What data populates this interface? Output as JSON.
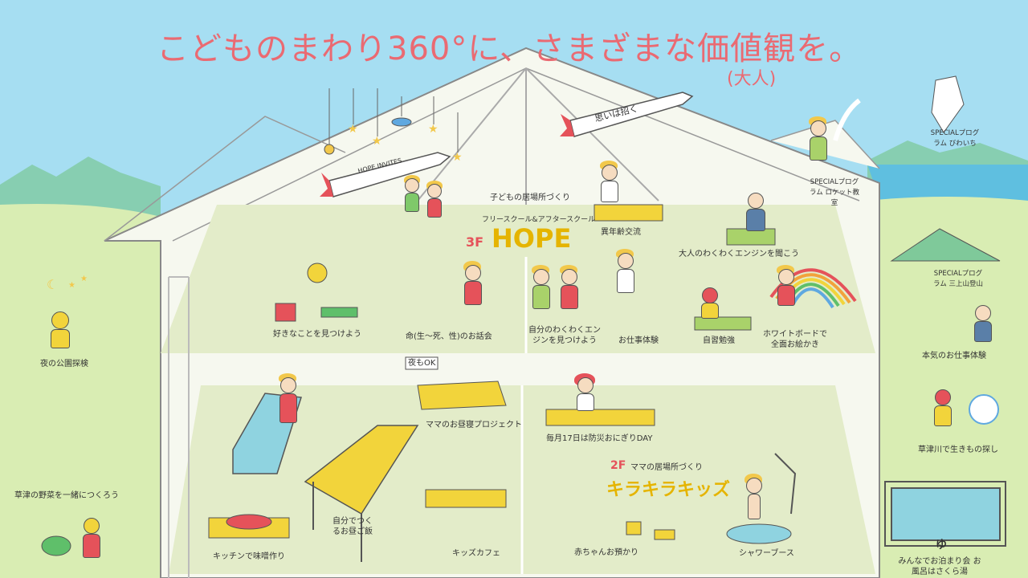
{
  "header": {
    "title": "こどものまわり360°に、さまざまな価値観を。",
    "subtitle": "(大人)"
  },
  "floors": {
    "f3": {
      "number": "3F",
      "name": "HOPE",
      "tagline": "子どもの居場所づくり",
      "program": "フリースクール&アフタースクール"
    },
    "f2": {
      "number": "2F",
      "name": "キラキラキッズ",
      "tagline": "ママの居場所づくり"
    }
  },
  "signs": {
    "rocket_left": "HOPE INVITES",
    "rocket_right": "思いは招く",
    "night_sign": "夜もOK",
    "bath": "ゆ"
  },
  "activities": {
    "third_floor": [
      "異年齢交流",
      "大人のわくわくエンジンを聞こう",
      "好きなことを見つけよう",
      "命(生〜死、性)のお話会",
      "自分のわくわくエンジンを見つけよう",
      "お仕事体験",
      "自習勉強",
      "ホワイトボードで全面お絵かき"
    ],
    "second_floor": [
      "ママのお昼寝プロジェクト",
      "毎月17日は防災おにぎりDAY",
      "自分でつくるお昼ご飯",
      "キッチンで味噌作り",
      "キッズカフェ",
      "赤ちゃんお預かり",
      "シャワーブース"
    ],
    "outside_left": [
      "夜の公園探検",
      "草津の野菜を一緒につくろう"
    ],
    "outside_right": [
      "SPECIALプログラム ロケット教室",
      "SPECIALプログラム びわいち",
      "SPECIALプログラム 三上山登山",
      "本気のお仕事体験",
      "草津川で生きもの探し",
      "みんなでお泊まり会 お風呂はさくら湯"
    ]
  },
  "colors": {
    "sky": "#9fdcf0",
    "grass": "#d8ecb0",
    "house": "#f6f8ef",
    "floor": "#e3ecc9",
    "accent_pink": "#ea6a72",
    "accent_yellow": "#e5b400",
    "line": "#666666"
  }
}
